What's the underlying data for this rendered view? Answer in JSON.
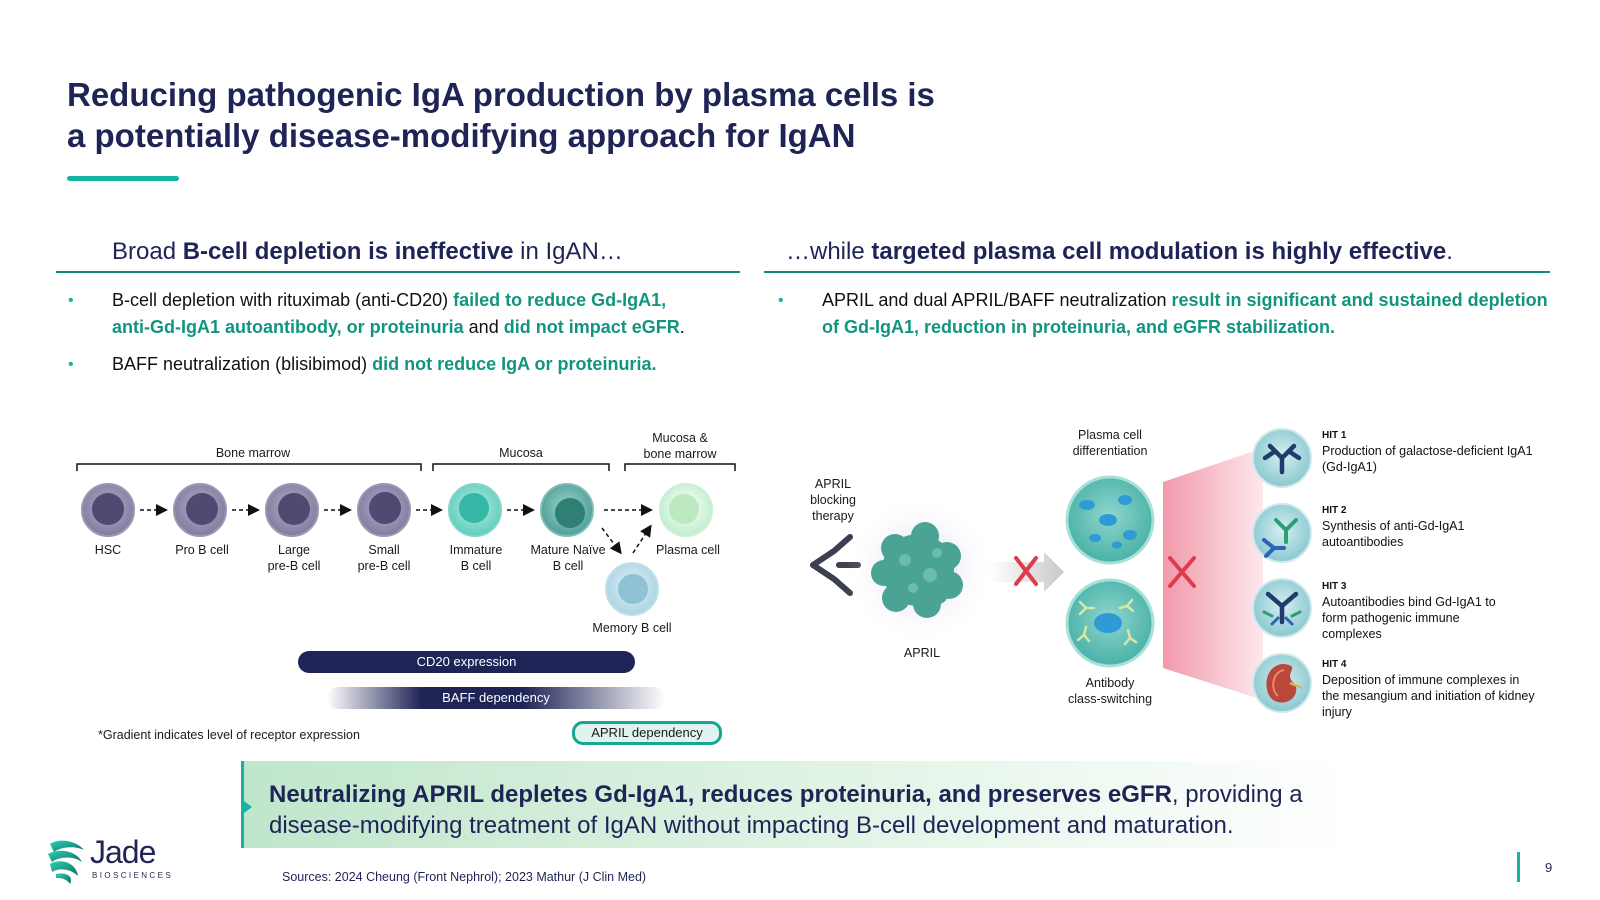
{
  "title": {
    "line1": "Reducing pathogenic IgA production by plasma cells is",
    "line2": "a potentially disease-modifying approach for IgAN"
  },
  "left": {
    "heading": {
      "pre": "Broad ",
      "bold": "B-cell depletion is ineffective",
      "post": " in IgAN…"
    },
    "bullets": [
      {
        "t1": "B-cell depletion with rituximab (anti-CD20) ",
        "h1": "failed to reduce Gd-IgA1, anti-Gd-IgA1 autoantibody, or proteinuria",
        "t2": " and ",
        "h2": "did not impact eGFR",
        "t3": "."
      },
      {
        "t1": "BAFF neutralization (blisibimod) ",
        "h1": "did not reduce IgA or proteinuria."
      }
    ]
  },
  "right": {
    "heading": {
      "pre": "…while ",
      "bold": "targeted plasma cell modulation is highly effective",
      "post": "."
    },
    "bullets": [
      {
        "t1": "APRIL and dual APRIL/BAFF neutralization ",
        "h1": "result in significant and sustained depletion of Gd-IgA1, reduction in proteinuria, and eGFR stabilization."
      }
    ]
  },
  "bcell_diagram": {
    "regions": [
      "Bone marrow",
      "Mucosa",
      "Mucosa &",
      "bone marrow"
    ],
    "cells": [
      {
        "line1": "HSC",
        "line2": ""
      },
      {
        "line1": "Pro B cell",
        "line2": ""
      },
      {
        "line1": "Large",
        "line2": "pre-B cell"
      },
      {
        "line1": "Small",
        "line2": "pre-B cell"
      },
      {
        "line1": "Immature",
        "line2": "B cell"
      },
      {
        "line1": "Mature Naïve",
        "line2": "B cell"
      },
      {
        "line1": "Plasma cell",
        "line2": ""
      },
      {
        "line1": "Memory B cell",
        "line2": ""
      }
    ],
    "bars": {
      "cd20": "CD20 expression",
      "baff": "BAFF dependency",
      "april": "APRIL dependency"
    },
    "footnote": "*Gradient indicates level of receptor expression"
  },
  "april_diagram": {
    "therapy": [
      "APRIL",
      "blocking",
      "therapy"
    ],
    "april": "APRIL",
    "plasma": [
      "Plasma cell",
      "differentiation"
    ],
    "antibody": [
      "Antibody",
      "class-switching"
    ],
    "hits": [
      {
        "title": "HIT 1",
        "text": "Production of galactose-deficient IgA1 (Gd-IgA1)"
      },
      {
        "title": "HIT 2",
        "text": "Synthesis of anti-Gd-IgA1 autoantibodies"
      },
      {
        "title": "HIT 3",
        "text": "Autoantibodies bind Gd-IgA1 to form pathogenic immune complexes"
      },
      {
        "title": "HIT 4",
        "text": "Deposition of immune complexes in the mesangium and initiation of kidney injury"
      }
    ]
  },
  "conclusion": {
    "bold": "Neutralizing APRIL depletes Gd-IgA1, reduces proteinuria, and preserves eGFR",
    "rest": ", providing a disease-modifying treatment of IgAN without impacting B-cell development and maturation."
  },
  "logo": {
    "name": "Jade",
    "sub": "BIOSCIENCES"
  },
  "sources": "Sources: 2024 Cheung (Front Nephrol); 2023 Mathur (J Clin Med)",
  "page_number": "9",
  "colors": {
    "navy": "#1f2456",
    "teal": "#16b3a5",
    "green_text": "#12957f",
    "cross_red": "#e03a4e"
  }
}
